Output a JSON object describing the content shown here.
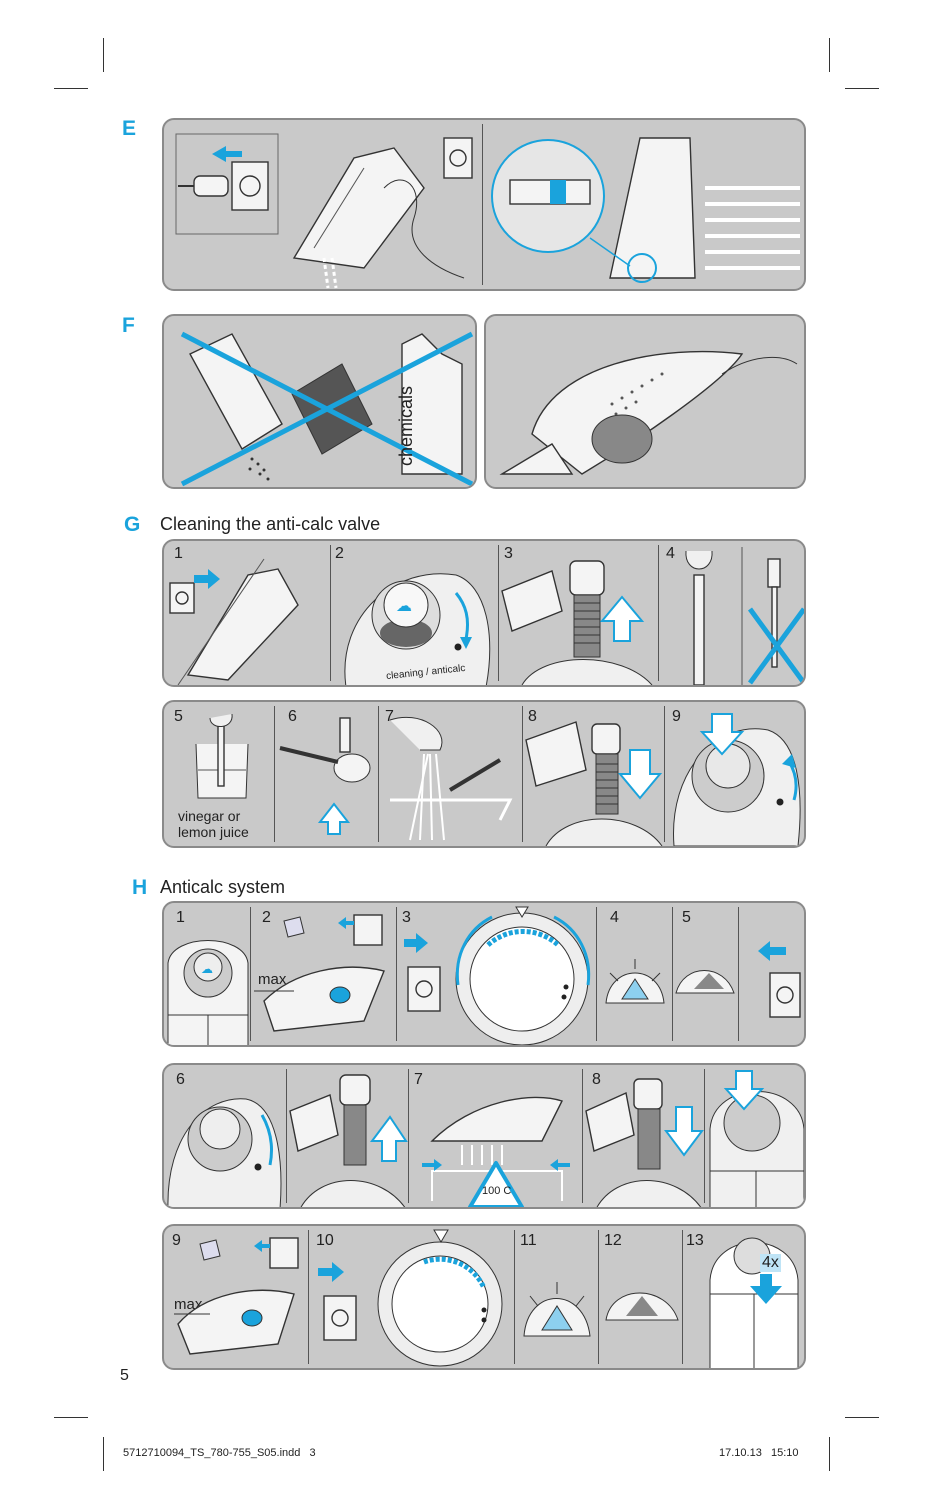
{
  "sections": {
    "e": {
      "letter": "E"
    },
    "f": {
      "letter": "F",
      "chemicals_label": "chemicals"
    },
    "g": {
      "letter": "G",
      "title": "Cleaning the anti-calc valve",
      "row1_steps": [
        "1",
        "2",
        "3",
        "4"
      ],
      "row2_steps": [
        "5",
        "6",
        "7",
        "8",
        "9"
      ],
      "vinegar_caption_line1": "vinegar or",
      "vinegar_caption_line2": "lemon juice"
    },
    "h": {
      "letter": "H",
      "title": "Anticalc system",
      "row1_steps": [
        "1",
        "2",
        "3",
        "4",
        "5"
      ],
      "row2_steps": [
        "6",
        "7",
        "8"
      ],
      "row3_steps": [
        "9",
        "10",
        "11",
        "12",
        "13"
      ],
      "max_label": "max",
      "temp_warning": "100 C",
      "repeat_label": "4x"
    }
  },
  "dial_texts": {
    "cleaning_anticalc": "cleaning / anticalc"
  },
  "page_number": "5",
  "footer": {
    "file": "5712710094_TS_780-755_S05.indd   3",
    "date_time": "17.10.13   15:10"
  },
  "colors": {
    "accent": "#1aa3dc",
    "panel_bg": "#c9c9c9",
    "panel_border": "#8a8a8a"
  }
}
